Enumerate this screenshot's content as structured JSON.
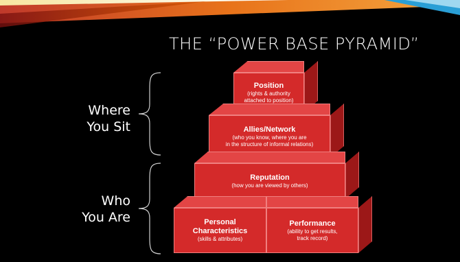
{
  "title": "THE “POWER BASE PYRAMID”",
  "groups": [
    {
      "label_line1": "Where",
      "label_line2": "You Sit"
    },
    {
      "label_line1": "Who",
      "label_line2": "You Are"
    }
  ],
  "pyramid": {
    "position": {
      "label": "Position",
      "sub_line1": "(rights & authority",
      "sub_line2": "attached to position)"
    },
    "allies": {
      "label": "Allies/Network",
      "sub_line1": "(who you know, where you are",
      "sub_line2": "in the structure of informal relations)"
    },
    "reputation": {
      "label": "Reputation",
      "sub_line1": "(how you are viewed by others)"
    },
    "personal": {
      "label_line1": "Personal",
      "label_line2": "Characteristics",
      "sub_line1": "(skills & attributes)"
    },
    "performance": {
      "label": "Performance",
      "sub_line1": "(ability to get results,",
      "sub_line2": "track record)"
    }
  },
  "colors": {
    "background": "#000000",
    "box_front": "#d42a2a",
    "box_top": "#e34545",
    "box_side": "#9c1818",
    "accent_stripe": "#e8731a",
    "accent_blue": "#2a9fd6"
  }
}
